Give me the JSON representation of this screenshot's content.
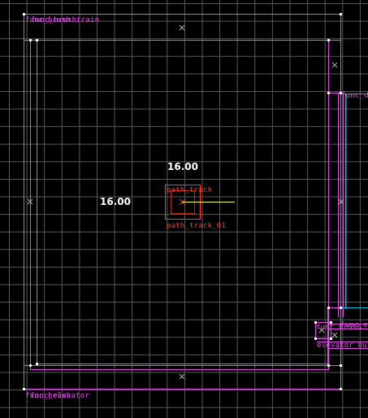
{
  "viewport": {
    "name": "2d-orthographic-view",
    "colors": {
      "background": "#000000",
      "grid": "#5a5a5a",
      "brush": "#e14fe6",
      "selection": "#ff3a2a",
      "direction": "#ffff66",
      "dimension": "#ffffff",
      "cyan_line": "#00c0e0"
    }
  },
  "labels": {
    "top_brush": "func_brush...",
    "top_brush_overlap": "func_brushtrain",
    "right_brush": "func_d",
    "path_track_upper": "path_track",
    "path_track_lower": "path_track_01",
    "bottom_left_a": "func_brush",
    "bottom_left_b": "func_elevator",
    "br_func": "func_brush",
    "br_func_b": "func_ele",
    "br_elevator": "elevator_bu"
  },
  "dimensions": {
    "width": "16.00",
    "height": "16.00"
  }
}
